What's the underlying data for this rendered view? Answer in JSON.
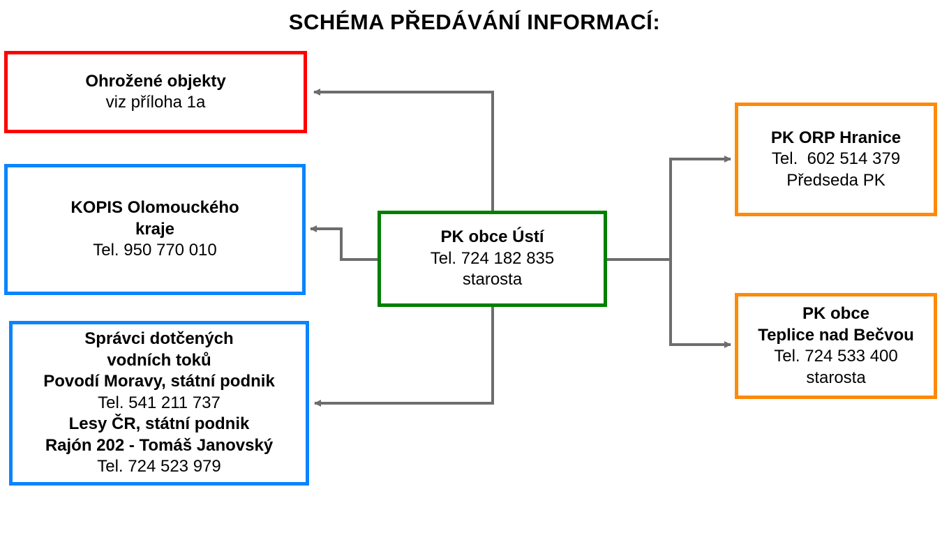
{
  "title": "SCHÉMA PŘEDÁVÁNÍ INFORMACÍ:",
  "colors": {
    "red": "#fe0000",
    "blue": "#0b84fe",
    "green": "#007f00",
    "orange": "#fe8a0a",
    "connector": "#6d6d6d"
  },
  "center": {
    "name": "PK obce Ústí",
    "phone": "Tel. 724 182 835",
    "role": "starosta"
  },
  "threatened": {
    "name": "Ohrožené objekty",
    "note": "viz příloha 1a"
  },
  "kopis": {
    "name_line1": "KOPIS Olomouckého",
    "name_line2": "kraje",
    "phone": "Tel. 950 770 010"
  },
  "water": {
    "line1": "Správci dotčených",
    "line2": "vodních toků",
    "org1": "Povodí Moravy, státní podnik",
    "org1_phone": "Tel. 541 211 737",
    "org2": "Lesy ČR, státní podnik",
    "org2_contact": "Rajón 202 - Tomáš Janovský",
    "org2_phone": "Tel. 724 523 979"
  },
  "orp": {
    "name": "PK ORP Hranice",
    "phone": "Tel.  602 514 379",
    "role": "Předseda PK"
  },
  "teplice": {
    "name_line1": "PK obce",
    "name_line2": "Teplice nad Bečvou",
    "phone": "Tel. 724 533 400",
    "role": "starosta"
  }
}
